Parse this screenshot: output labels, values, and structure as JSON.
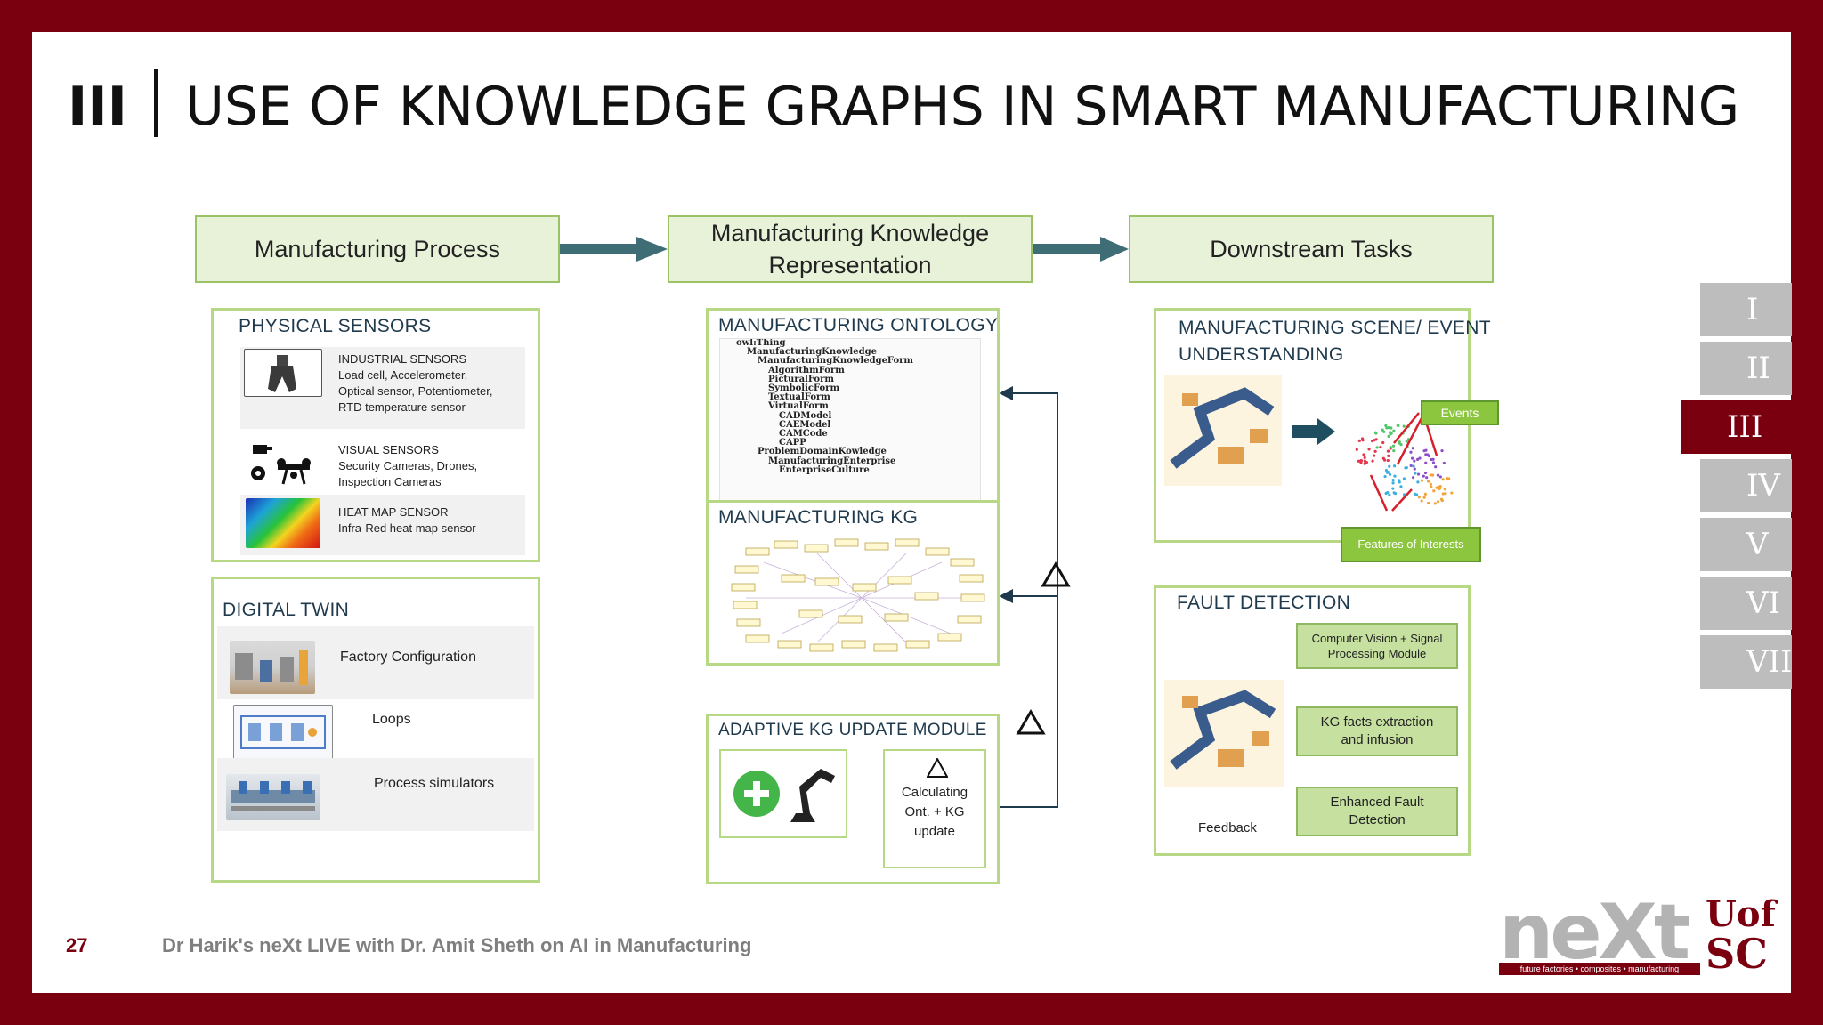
{
  "title": {
    "num": "III",
    "text": "USE OF KNOWLEDGE GRAPHS IN SMART MANUFACTURING"
  },
  "headers": {
    "process": "Manufacturing Process",
    "representation_line1": "Manufacturing Knowledge",
    "representation_line2": "Representation",
    "downstream": "Downstream Tasks"
  },
  "physical_sensors": {
    "title": "PHYSICAL SENSORS",
    "industrial": {
      "name": "INDUSTRIAL SENSORS",
      "l1": "Load cell, Accelerometer,",
      "l2": "Optical sensor, Potentiometer,",
      "l3": "RTD temperature sensor"
    },
    "visual": {
      "name": "VISUAL SENSORS",
      "l1": "Security Cameras, Drones,",
      "l2": "Inspection Cameras"
    },
    "heat": {
      "name": "HEAT MAP SENSOR",
      "l1": "Infra-Red heat map sensor"
    }
  },
  "digital_twin": {
    "title": "DIGITAL TWIN",
    "items": [
      "Factory Configuration",
      "Loops",
      "Process simulators"
    ]
  },
  "ontology": {
    "title": "MANUFACTURING ONTOLOGY",
    "tree": [
      "owl:Thing",
      "ManufacturingKnowledge",
      "ManufacturingKnowledgeForm",
      "AlgorithmForm",
      "PicturalForm",
      "SymbolicForm",
      "TextualForm",
      "VirtualForm",
      "CADModel",
      "CAEModel",
      "CAMCode",
      "CAPP",
      "ProblemDomainKowledge",
      "ManufacturingEnterprise",
      "EnterpriseCulture"
    ]
  },
  "kg": {
    "title": "MANUFACTURING KG"
  },
  "adaptive": {
    "title": "ADAPTIVE KG UPDATE MODULE",
    "calc_l1": "Calculating",
    "calc_l2": "Ont. + KG",
    "calc_l3": "update"
  },
  "scene": {
    "title_l1": "MANUFACTURING SCENE/ EVENT",
    "title_l2": "UNDERSTANDING",
    "events": "Events",
    "features": "Features of Interests"
  },
  "fault": {
    "title": "FAULT DETECTION",
    "cv_l1": "Computer Vision + Signal",
    "cv_l2": "Processing  Module",
    "kg_l1": "KG facts extraction",
    "kg_l2": "and infusion",
    "eff_l1": "Enhanced Fault",
    "eff_l2": "Detection",
    "feedback": "Feedback"
  },
  "nav": [
    "I",
    "II",
    "III",
    "IV",
    "V",
    "VI",
    "VII"
  ],
  "footer": {
    "page": "27",
    "text": "Dr Harik's neXt LIVE with Dr. Amit Sheth on AI in Manufacturing"
  },
  "logo": {
    "next": "neXt",
    "tagline": "future factories • composites • manufacturing",
    "uof": "Uof",
    "sc": "SC"
  },
  "colors": {
    "brand": "#7a0010",
    "green_fill": "#e8f2d9",
    "green_border": "#9bc264",
    "arrow": "#2e5966"
  }
}
